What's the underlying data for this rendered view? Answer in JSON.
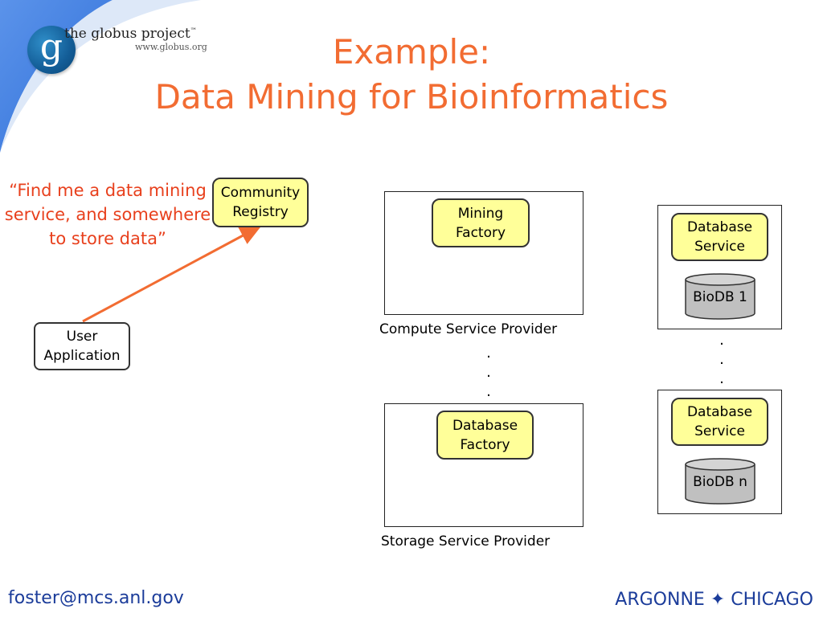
{
  "logo": {
    "mark": "g",
    "name": "the globus project",
    "tm": "™",
    "url": "www.globus.org"
  },
  "title": {
    "line1": "Example:",
    "line2": "Data Mining for Bioinformatics"
  },
  "quote": "“Find me a data mining service, and somewhere to store data”",
  "nodes": {
    "community_registry": "Community\nRegistry",
    "user_application": "User\nApplication",
    "mining_factory": "Mining\nFactory",
    "database_factory": "Database\nFactory",
    "database_service_1": "Database\nService",
    "database_service_n": "Database\nService",
    "biodb_1": "BioDB 1",
    "biodb_n": "BioDB n"
  },
  "captions": {
    "compute_provider": "Compute Service Provider",
    "storage_provider": "Storage Service Provider"
  },
  "ellipsis": ".",
  "footer": {
    "email": "foster@mcs.anl.gov",
    "org": "ARGONNE ✦ CHICAGO"
  },
  "colors": {
    "title": "#f26c32",
    "quote": "#e8401d",
    "arrow": "#f26c32",
    "node_fill": "#ffff99",
    "cylinder_fill": "#c0c0c0",
    "footer": "#1b3c9a",
    "swoosh": "#3b7fe0"
  }
}
